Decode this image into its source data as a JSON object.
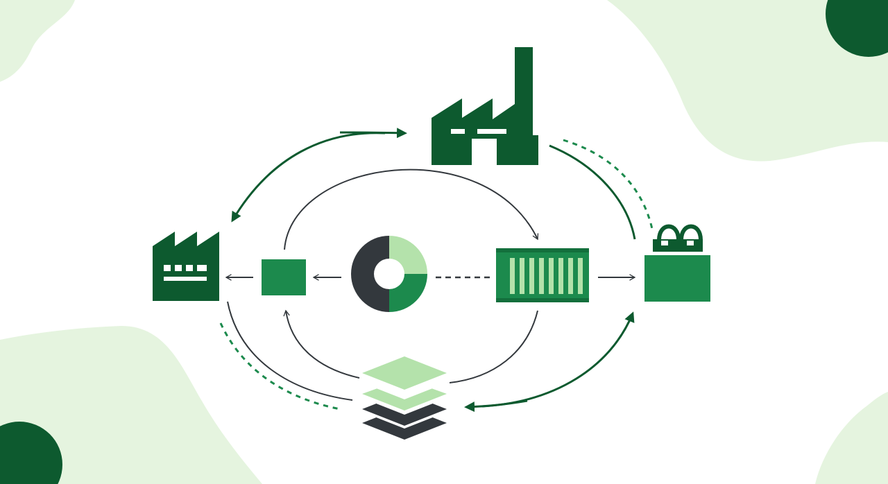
{
  "colors": {
    "dark_green": "#0d5a2f",
    "mid_green": "#1c8a4d",
    "light_green": "#b4e2ab",
    "pale_green": "#e5f4df",
    "charcoal": "#33383d",
    "background": "#ffffff"
  },
  "nodes": [
    {
      "id": "main-factory",
      "icon": "factory-icon"
    },
    {
      "id": "left-factory",
      "icon": "factory-icon"
    },
    {
      "id": "left-box",
      "icon": "box-icon"
    },
    {
      "id": "donut",
      "icon": "donut-chart-icon"
    },
    {
      "id": "container",
      "icon": "shipping-container-icon"
    },
    {
      "id": "store",
      "icon": "shopping-bag-icon"
    },
    {
      "id": "layers",
      "icon": "layers-stack-icon"
    }
  ],
  "donut_segments": [
    {
      "share": 0.25,
      "color": "#b4e2ab"
    },
    {
      "share": 0.25,
      "color": "#1c8a4d"
    },
    {
      "share": 0.5,
      "color": "#33383d"
    }
  ]
}
